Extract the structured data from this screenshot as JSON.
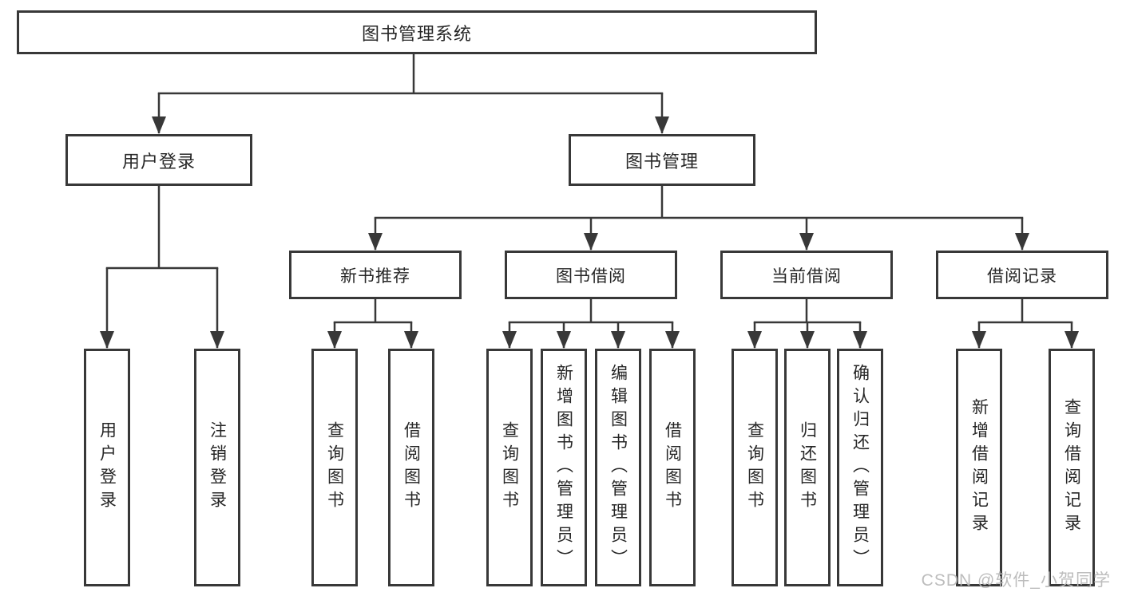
{
  "diagram": {
    "title": "图书管理系统",
    "colors": {
      "line": "#383838",
      "box_background": "#ffffff",
      "watermark": "#b9b9b9"
    },
    "watermark": "CSDN @软件_小贺同学",
    "nodes": {
      "root": {
        "label": "图书管理系统"
      },
      "user_login": {
        "label": "用户登录"
      },
      "book_mgmt": {
        "label": "图书管理"
      },
      "new_book_rec": {
        "label": "新书推荐"
      },
      "book_borrow": {
        "label": "图书借阅"
      },
      "current_borrow": {
        "label": "当前借阅"
      },
      "borrow_record": {
        "label": "借阅记录"
      },
      "leaf_user_login": {
        "label": "用户登录"
      },
      "leaf_logout": {
        "label": "注销登录"
      },
      "leaf_query_book_1": {
        "label": "查询图书"
      },
      "leaf_borrow_book_1": {
        "label": "借阅图书"
      },
      "leaf_query_book_2": {
        "label": "查询图书"
      },
      "leaf_add_book": {
        "label": "新增图书（管理员）"
      },
      "leaf_edit_book": {
        "label": "编辑图书（管理员）"
      },
      "leaf_borrow_book_2": {
        "label": "借阅图书"
      },
      "leaf_query_book_3": {
        "label": "查询图书"
      },
      "leaf_return_book": {
        "label": "归还图书"
      },
      "leaf_confirm_return": {
        "label": "确认归还（管理员）"
      },
      "leaf_add_record": {
        "label": "新增借阅记录"
      },
      "leaf_query_record": {
        "label": "查询借阅记录"
      }
    },
    "structure": [
      {
        "parent": "图书管理系统",
        "children": [
          "用户登录",
          "图书管理"
        ]
      },
      {
        "parent": "用户登录",
        "children": [
          "用户登录",
          "注销登录"
        ]
      },
      {
        "parent": "图书管理",
        "children": [
          "新书推荐",
          "图书借阅",
          "当前借阅",
          "借阅记录"
        ]
      },
      {
        "parent": "新书推荐",
        "children": [
          "查询图书",
          "借阅图书"
        ]
      },
      {
        "parent": "图书借阅",
        "children": [
          "查询图书",
          "新增图书（管理员）",
          "编辑图书（管理员）",
          "借阅图书"
        ]
      },
      {
        "parent": "当前借阅",
        "children": [
          "查询图书",
          "归还图书",
          "确认归还（管理员）"
        ]
      },
      {
        "parent": "借阅记录",
        "children": [
          "新增借阅记录",
          "查询借阅记录"
        ]
      }
    ]
  }
}
